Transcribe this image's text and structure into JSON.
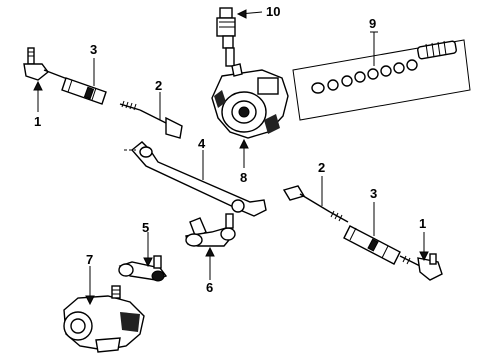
{
  "diagram": {
    "callouts": [
      {
        "id": "1a",
        "label": "1"
      },
      {
        "id": "3a",
        "label": "3"
      },
      {
        "id": "2a",
        "label": "2"
      },
      {
        "id": "10",
        "label": "10"
      },
      {
        "id": "9",
        "label": "9"
      },
      {
        "id": "8",
        "label": "8"
      },
      {
        "id": "4",
        "label": "4"
      },
      {
        "id": "2b",
        "label": "2"
      },
      {
        "id": "3b",
        "label": "3"
      },
      {
        "id": "1b",
        "label": "1"
      },
      {
        "id": "5",
        "label": "5"
      },
      {
        "id": "6",
        "label": "6"
      },
      {
        "id": "7",
        "label": "7"
      }
    ]
  }
}
